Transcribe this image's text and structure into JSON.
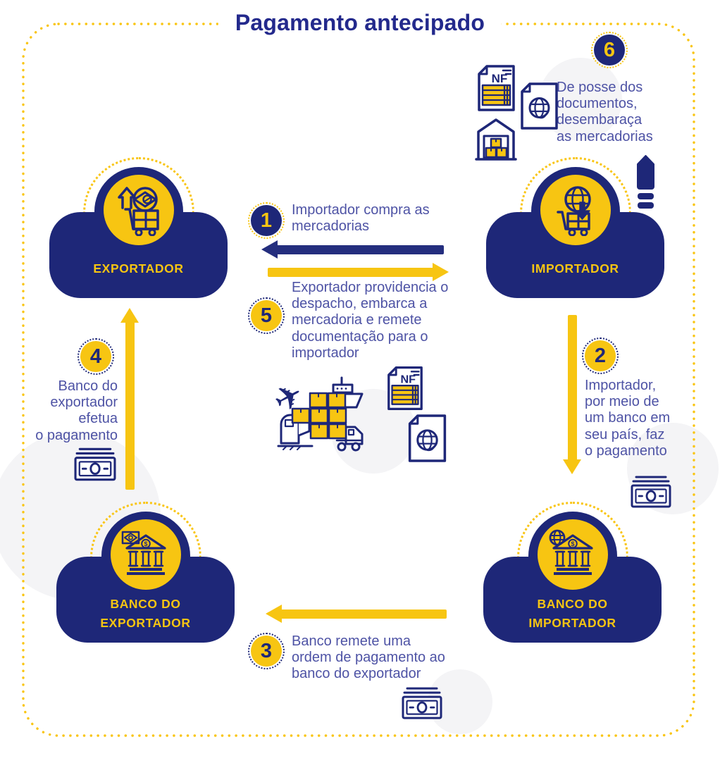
{
  "title": "Pagamento antecipado",
  "colors": {
    "navy": "#1e2778",
    "arrow_navy": "#242e7e",
    "yellow": "#f7c512",
    "step_text": "#4e53a5",
    "title_text": "#23298c",
    "bg_circle": "#f4f4f6"
  },
  "nodes": [
    {
      "id": "exportador",
      "label": "EXPORTADOR"
    },
    {
      "id": "importador",
      "label": "IMPORTADOR"
    },
    {
      "id": "banco_exportador",
      "label": "BANCO DO\nEXPORTADOR"
    },
    {
      "id": "banco_importador",
      "label": "BANCO DO\nIMPORTADOR"
    }
  ],
  "steps": [
    {
      "number": "1",
      "text": "Importador compra as\nmercadorias"
    },
    {
      "number": "2",
      "text": "Importador,\npor meio de\num banco em\nseu país, faz\no pagamento"
    },
    {
      "number": "3",
      "text": "Banco remete uma\nordem de pagamento ao\nbanco do exportador"
    },
    {
      "number": "4",
      "text": "Banco do\nexportador\nefetua\no pagamento"
    },
    {
      "number": "5",
      "text": "Exportador providencia o\ndespacho, embarca a\nmercadoria e remete\ndocumentação para o\nimportador"
    },
    {
      "number": "6",
      "text": "De posse dos\ndocumentos,\ndesembaraça\nas mercadorias"
    }
  ],
  "icons": {
    "nf_label": "NF",
    "bank_symbol": "$",
    "plane_glyph": "✈"
  }
}
